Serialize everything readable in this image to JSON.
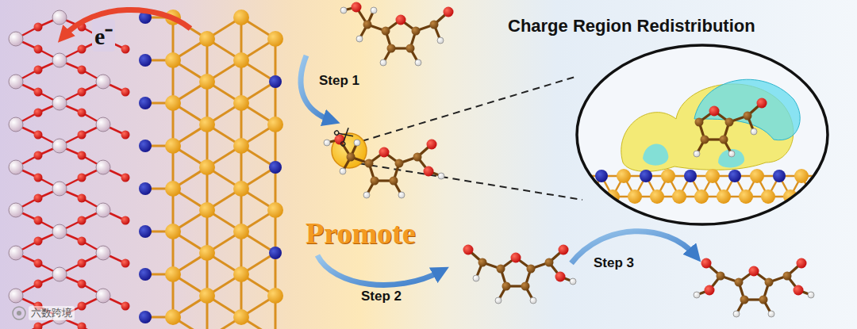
{
  "diagram": {
    "labels": [
      "e⁻",
      "Step 1",
      "Charge Region Redistribution",
      "Promote",
      "Step 2",
      "Step 3",
      "六数跨境"
    ]
  }
}
